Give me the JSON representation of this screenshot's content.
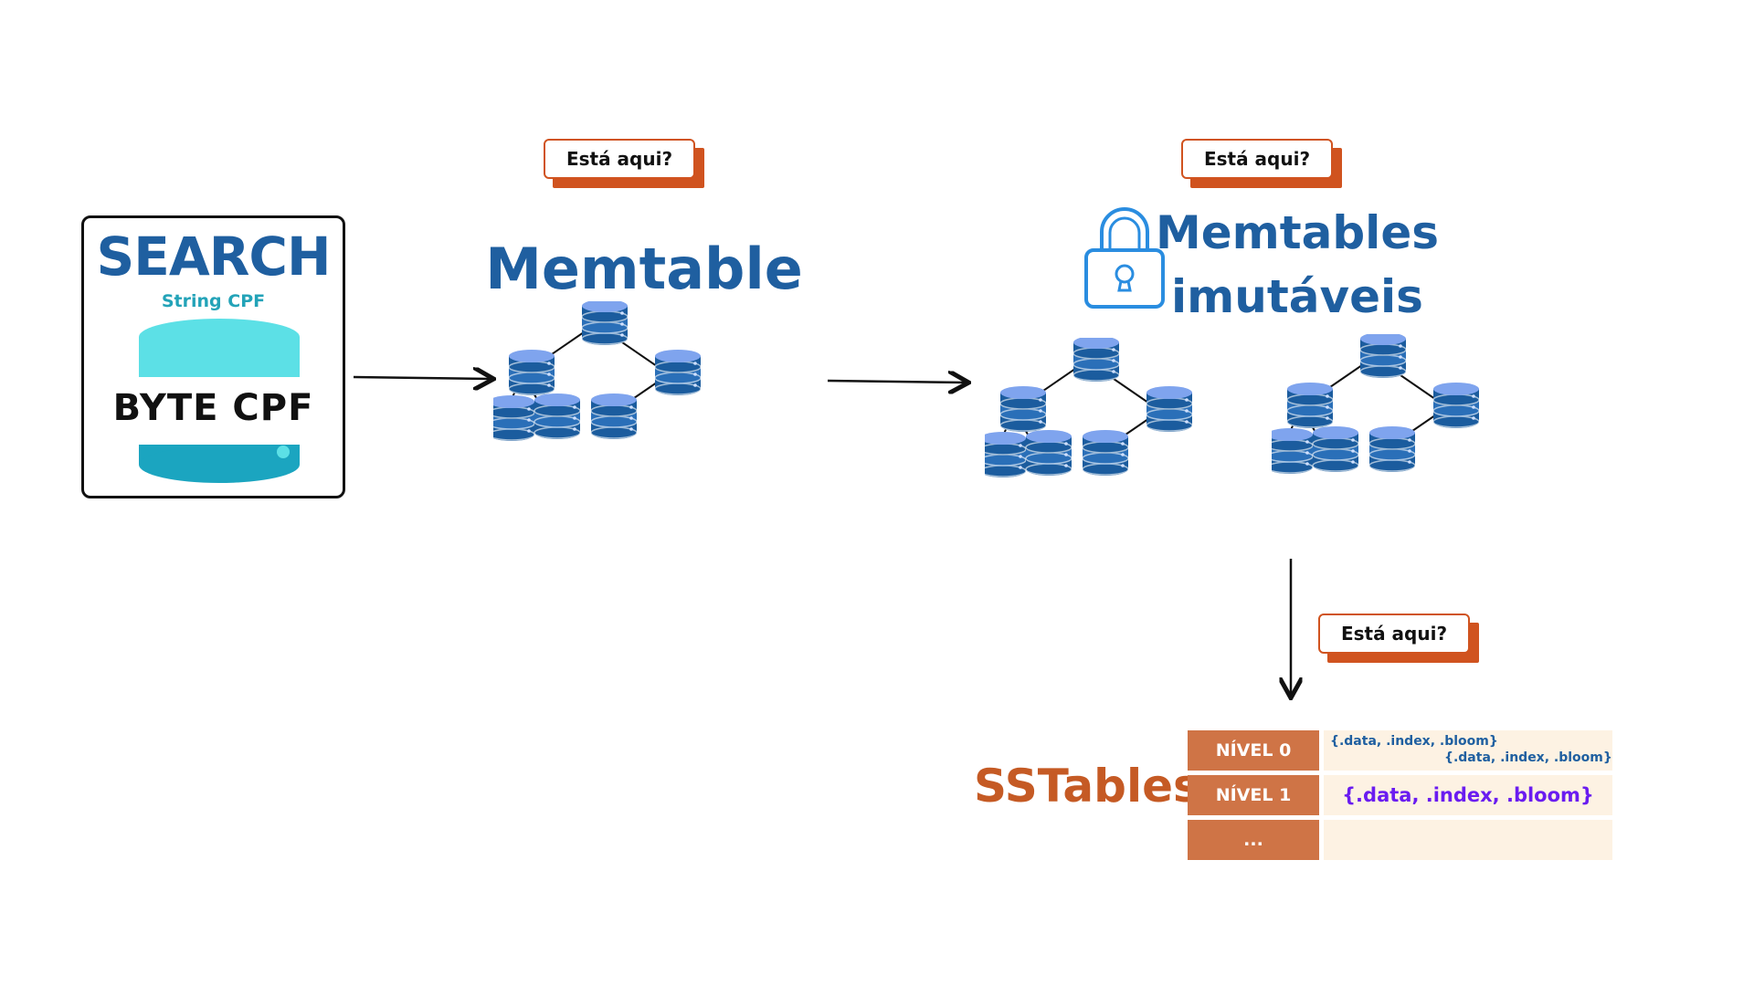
{
  "search": {
    "title": "SEARCH",
    "subtitle": "String CPF",
    "db_label": "BYTE CPF"
  },
  "callouts": {
    "memtable": "Está aqui?",
    "immutable": "Está aqui?",
    "sstables": "Está aqui?"
  },
  "memtable": {
    "title": "Memtable"
  },
  "immutable_memtables": {
    "title_line1": "Memtables",
    "title_line2": "imutáveis"
  },
  "sstables": {
    "title": "SSTables",
    "levels": [
      {
        "label": "NÍVEL 0",
        "entries": [
          "{.data, .index, .bloom}",
          "{.data, .index, .bloom}"
        ]
      },
      {
        "label": "NÍVEL 1",
        "entries": [
          "{.data, .index, .bloom}"
        ]
      },
      {
        "label": "...",
        "entries": []
      }
    ]
  },
  "colors": {
    "primary_blue": "#1f5fa0",
    "orange": "#d0531f",
    "db_blue": "#1b5c9e",
    "db_light": "#7fa4ee",
    "teal": "#5ce0e6"
  },
  "icons": [
    "lock-icon",
    "database-icon",
    "arrow-right-icon",
    "arrow-down-icon"
  ]
}
